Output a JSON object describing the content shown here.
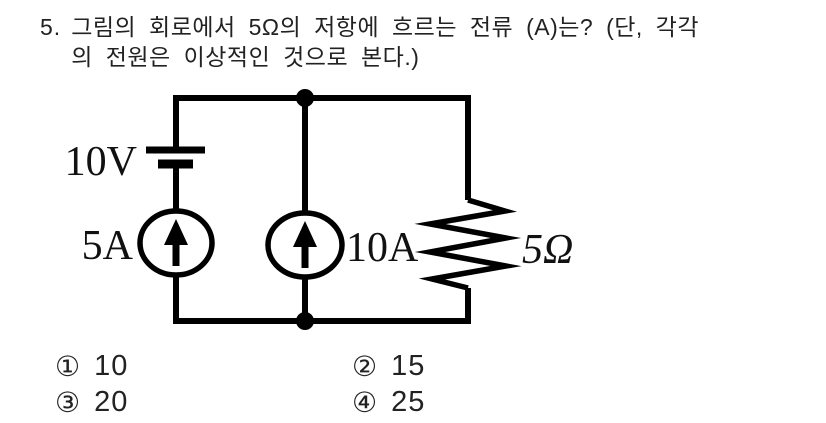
{
  "question": {
    "number": "5.",
    "line1": "그림의 회로에서 5Ω의 저항에 흐르는 전류 (A)는? (단, 각각",
    "line2": "의 전원은 이상적인 것으로 본다.)"
  },
  "circuit": {
    "voltage_source_label": "10V",
    "current_source_left_label": "5A",
    "current_source_middle_label": "10A",
    "resistor_label": "5Ω",
    "components": {
      "voltage_source": "10V ideal battery, left branch",
      "current_source_left": "5A ideal current source, arrow up, left branch",
      "current_source_middle": "10A ideal current source, arrow up, middle branch",
      "resistor": "5Ω resistor, right branch"
    },
    "line_color": "#000000"
  },
  "options": [
    {
      "marker": "①",
      "value": "10"
    },
    {
      "marker": "②",
      "value": "15"
    },
    {
      "marker": "③",
      "value": "20"
    },
    {
      "marker": "④",
      "value": "25"
    }
  ]
}
